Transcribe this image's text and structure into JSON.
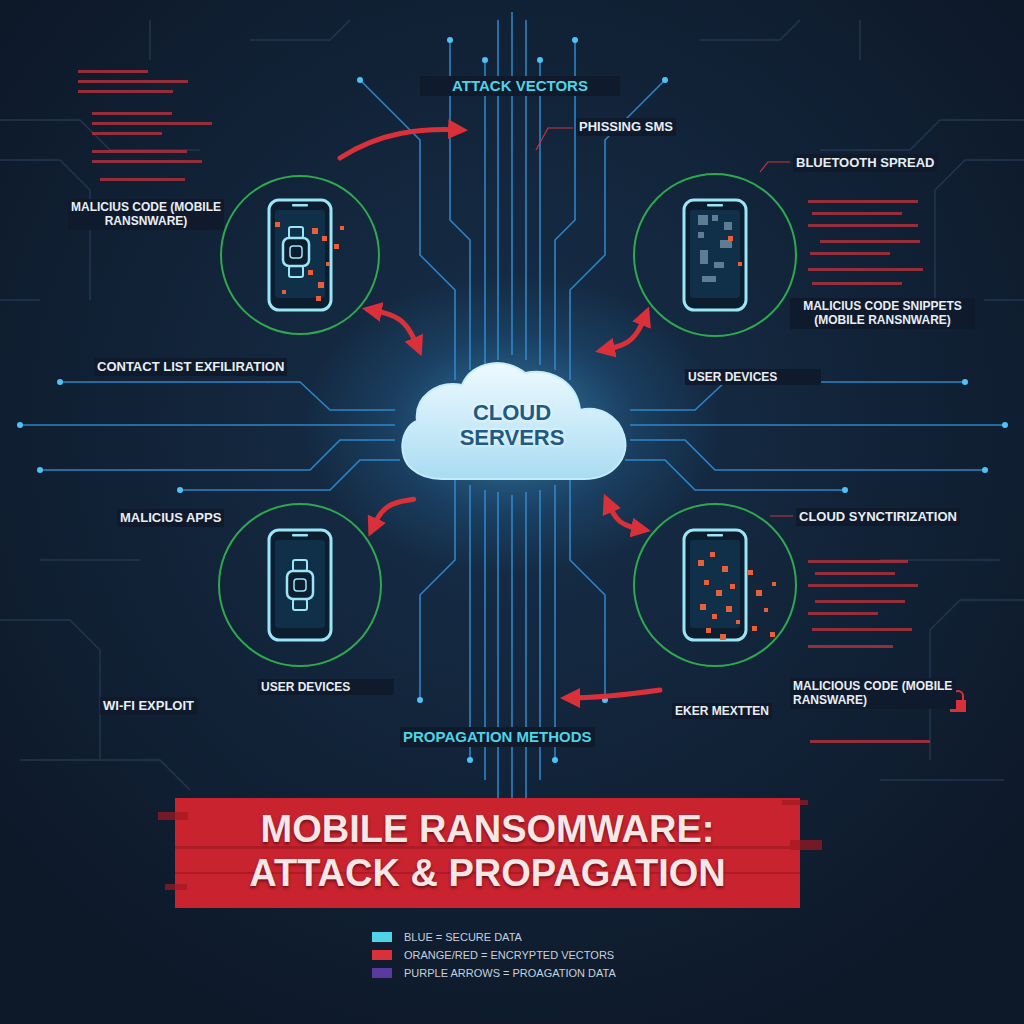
{
  "diagram": {
    "title": "MOBILE RANSOMWARE: ATTACK & PROPAGATION",
    "nodes": [
      {
        "text": [
          "MALICIUS CODE (MOBILE RANSNWARE)"
        ]
      },
      {
        "text": [
          "USER DEVICES"
        ]
      },
      {
        "text": [
          "CLOUD SERVERS"
        ]
      },
      {
        "text": [
          "USER DEVICES"
        ]
      },
      {
        "text": [
          "MALICIOUS CODE (MOBILE RANSWARE)"
        ]
      }
    ],
    "edges": [
      {
        "from": 2,
        "to": 0,
        "arrow": "both"
      },
      {
        "from": 2,
        "to": 1,
        "arrow": "both"
      },
      {
        "from": 2,
        "to": 3,
        "arrow": "to"
      },
      {
        "from": 2,
        "to": 4,
        "arrow": "both"
      }
    ],
    "labels": [
      "ATTACK VECTORS",
      "PHISSING SMS",
      "BLUETOOTH SPREAD",
      "MALICIUS CODE SNIPPETS (MOBILE RANSNWARE)",
      "CONTACT LIST EXFILIRATION",
      "MALICIUS APPS",
      "CLOUD SYNCTIRIZATION",
      "EKER MEXTTEN",
      "WI-FI EXPLOIT",
      "PROPAGATION METHODS"
    ],
    "legend": [
      {
        "text": "BLUE = SECURE DATA",
        "color": "#4fd3e6"
      },
      {
        "text": "ORANGE/RED = ENCRYPTED VECTORS",
        "color": "#d9303a"
      },
      {
        "text": "PURPLE ARROWS = PROAGATION DATA",
        "color": "#5b3a9e"
      }
    ]
  }
}
